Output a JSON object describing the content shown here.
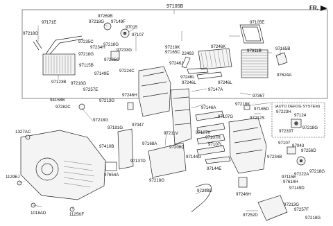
{
  "header": {
    "top_label": "97105B",
    "fr_label": "FR.",
    "defog_title": "(AUTO DEFOG SYSTEM)"
  },
  "labels": {
    "p97171E": "97171E",
    "p97269B": "97269B",
    "p97218G_a": "97218G",
    "p97149F": "97149F",
    "p97015": "97015",
    "p97105E": "97105E",
    "p97218G_b": "97218G",
    "p97235C_a": "97235C",
    "p97218G_c": "97218G",
    "p97233G": "97233G",
    "p97107_a": "97107",
    "p97218K_a": "97218K",
    "p97165C": "97165C",
    "p22463": "22463",
    "p97246K": "97246K",
    "p97611B": "97611B",
    "p97165B": "97165B",
    "p97234H": "97234H",
    "p97218G_d": "97218G",
    "p97235C_b": "97235C",
    "p97224C": "97224C",
    "p97246J": "97246J",
    "p97115B": "97115B",
    "p97149E": "97149E",
    "p97123B": "97123B",
    "p97218G_e": "97218G",
    "p97257E": "97257E",
    "p97246L_a": "97246L",
    "p97246L_b": "97246L",
    "p97246L_c": "97246L",
    "p97624A": "97624A",
    "p97246H_a": "97246H",
    "p97147A": "97147A",
    "p97367": "97367",
    "p94158B": "94158B",
    "p97213G": "97213G",
    "p97282C": "97282C",
    "p97218K_b": "97218K",
    "p97165D": "97165D",
    "p97146A": "97146A",
    "p97107G": "97107G",
    "p97223H": "97223H",
    "p97124": "97124",
    "p97212S": "97212S",
    "p97047": "97047",
    "p97107K": "97107K",
    "p97218G_f": "97218G",
    "p97233T": "97233T",
    "p97191G": "97191G",
    "p97211V": "97211V",
    "p1327AC": "1327AC",
    "p97218G_g": "97218G",
    "p97107H": "97107H",
    "p97107L": "97107L",
    "p97107_b": "97107",
    "p97043": "97043",
    "p97168A": "97168A",
    "p97410B": "97410B",
    "p97206C": "97206C",
    "p97256D": "97256D",
    "p97144G": "97144G",
    "p97234B": "97234B",
    "p97222A": "97222A",
    "p97137D": "97137D",
    "p97144E": "97144E",
    "p97218G_h": "97218G",
    "p97654A": "97654A",
    "p97115E": "97115E",
    "p1129EJ": "1129EJ",
    "p97614H": "97614H",
    "p97218G_i": "97218G",
    "p97238D": "97238D",
    "p97246H_b": "97246H",
    "p97149D": "97149D",
    "p1018AD": "1018AD",
    "p1125KF": "1125KF",
    "p97213G_b": "97213G",
    "p97257F": "97257F",
    "p97252D": "97252D",
    "p97218G_j": "97218G"
  }
}
